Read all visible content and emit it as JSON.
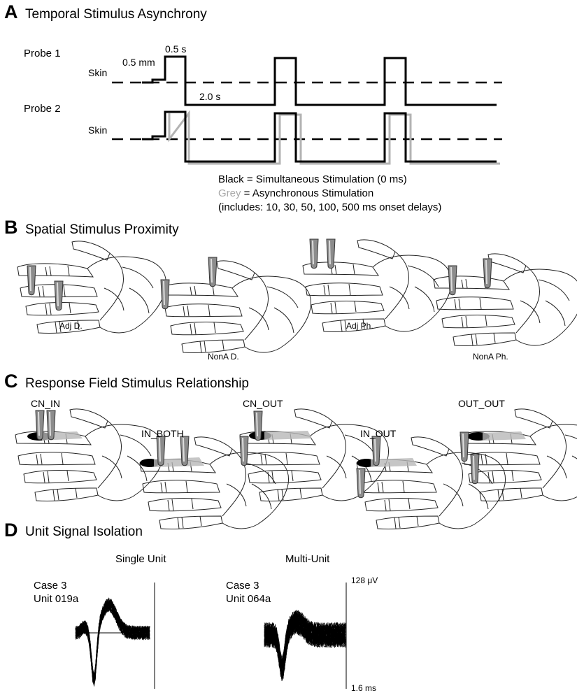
{
  "panels": {
    "a": {
      "letter": "A",
      "title": "Temporal Stimulus Asynchrony"
    },
    "b": {
      "letter": "B",
      "title": "Spatial Stimulus Proximity"
    },
    "c": {
      "letter": "C",
      "title": "Response Field Stimulus Relationship"
    },
    "d": {
      "letter": "D",
      "title": "Unit Signal Isolation"
    }
  },
  "timing": {
    "probe1": "Probe 1",
    "probe2": "Probe 2",
    "skin": "Skin",
    "indent_depth": "0.5 mm",
    "pulse_width": "0.5 s",
    "interval": "2.0 s",
    "legend": {
      "black": "Black = Simultaneous Stimulation (0 ms)",
      "grey_word": "Grey",
      "grey_rest": " = Asynchronous Stimulation",
      "includes": "(includes: 10, 30, 50, 100, 500 ms onset delays)"
    },
    "colors": {
      "simultaneous": "#000000",
      "asynchronous": "#b3b3b3"
    }
  },
  "proximity": {
    "conditions": [
      "Adj D.",
      "NonA D.",
      "Adj Ph.",
      "NonA Ph."
    ]
  },
  "response_field": {
    "conditions": [
      "CN_IN",
      "IN_BOTH",
      "CN_OUT",
      "IN_OUT",
      "OUT_OUT"
    ]
  },
  "isolation": {
    "single": {
      "heading": "Single Unit",
      "case": "Case 3",
      "unit": "Unit 019a"
    },
    "multi": {
      "heading": "Multi-Unit",
      "case": "Case 3",
      "unit": "Unit 064a"
    },
    "scale_amplitude": "128 μV",
    "scale_time": "1.6 ms"
  }
}
